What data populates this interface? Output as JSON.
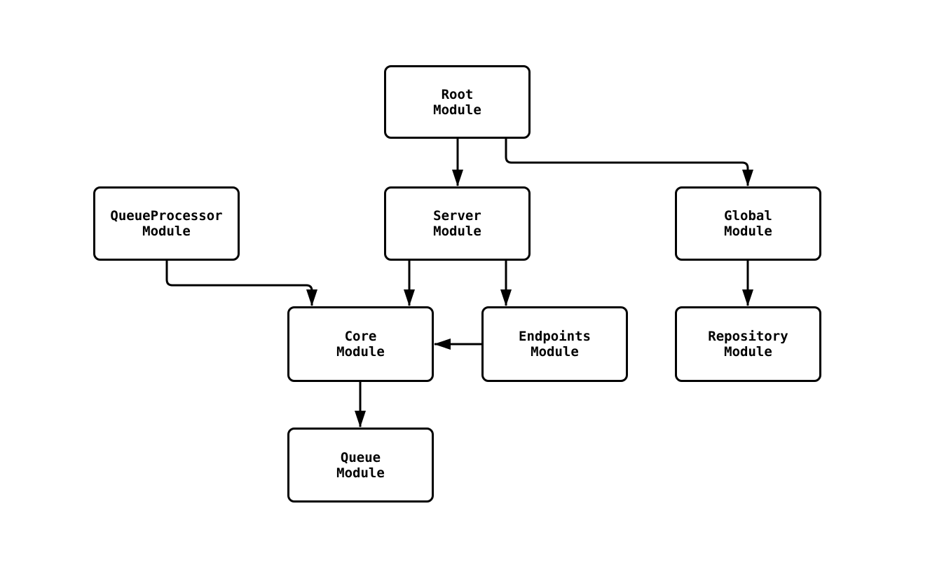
{
  "diagram": {
    "type": "module-dependency-graph",
    "colors": {
      "background": "#ffffff",
      "node_fill": "#ffffff",
      "node_border": "#000000",
      "edge_stroke": "#000000",
      "text": "#000000"
    },
    "nodes": {
      "root": {
        "line1": "Root",
        "line2": "Module"
      },
      "queue_processor": {
        "line1": "QueueProcessor",
        "line2": "Module"
      },
      "server": {
        "line1": "Server",
        "line2": "Module"
      },
      "global": {
        "line1": "Global",
        "line2": "Module"
      },
      "core": {
        "line1": "Core",
        "line2": "Module"
      },
      "endpoints": {
        "line1": "Endpoints",
        "line2": "Module"
      },
      "repository": {
        "line1": "Repository",
        "line2": "Module"
      },
      "queue": {
        "line1": "Queue",
        "line2": "Module"
      }
    },
    "edges": [
      {
        "from": "Root Module",
        "to": "Server Module"
      },
      {
        "from": "Root Module",
        "to": "Global Module"
      },
      {
        "from": "QueueProcessor Module",
        "to": "Core Module"
      },
      {
        "from": "Server Module",
        "to": "Core Module"
      },
      {
        "from": "Server Module",
        "to": "Endpoints Module"
      },
      {
        "from": "Endpoints Module",
        "to": "Core Module"
      },
      {
        "from": "Global Module",
        "to": "Repository Module"
      },
      {
        "from": "Core Module",
        "to": "Queue Module"
      }
    ]
  }
}
